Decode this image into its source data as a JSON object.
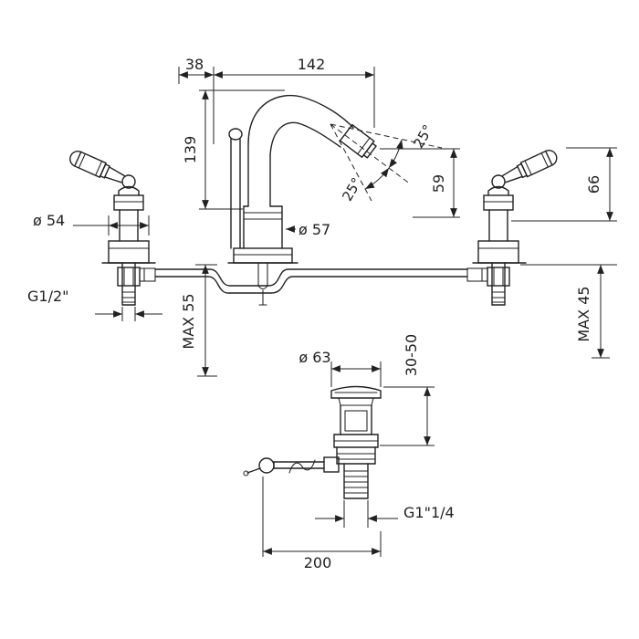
{
  "drawing": {
    "type": "technical-drawing",
    "subject": "3-hole bidet mixer with pop-up waste",
    "colors": {
      "line": "#212121",
      "background": "#ffffff"
    },
    "dims": {
      "top_offset": "38",
      "spout_reach": "142",
      "spout_height": "139",
      "angle_upper": "25°",
      "angle_lower": "25°",
      "outlet_height": "59",
      "handle_height": "66",
      "handle_diameter": "ø 54",
      "spout_diameter": "ø 57",
      "inlet_thread": "G1/2\"",
      "max_deck_center": "MAX 55",
      "max_deck_right": "MAX 45",
      "waste_cap_diameter": "ø 63",
      "waste_clamp_range": "30-50",
      "waste_thread": "G1\"1/4",
      "rod_length": "200"
    }
  }
}
